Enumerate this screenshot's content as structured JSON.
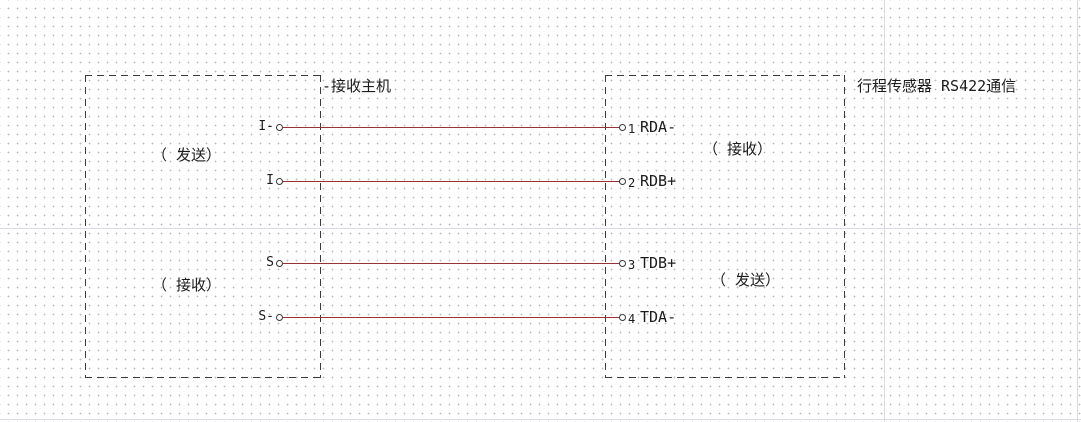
{
  "diagram": {
    "left_box": {
      "title": "-接收主机",
      "send_label": "（ 发送）",
      "receive_label": "（ 接收）",
      "pins": [
        {
          "label": "I-"
        },
        {
          "label": "I"
        },
        {
          "label": "S"
        },
        {
          "label": "S-"
        }
      ]
    },
    "right_box": {
      "title": "行程传感器 RS422通信",
      "receive_label": "（ 接收）",
      "send_label": "（ 发送）",
      "pins": [
        {
          "number": "1",
          "label": "RDA-"
        },
        {
          "number": "2",
          "label": "RDB+"
        },
        {
          "number": "3",
          "label": "TDB+"
        },
        {
          "number": "4",
          "label": "TDA-"
        }
      ]
    },
    "colors": {
      "wire": "#993333",
      "border": "#3b3b3b",
      "text": "#1c1c1c",
      "grid_dot": "#b9b9b9",
      "grid_line": "#dadaec"
    }
  }
}
